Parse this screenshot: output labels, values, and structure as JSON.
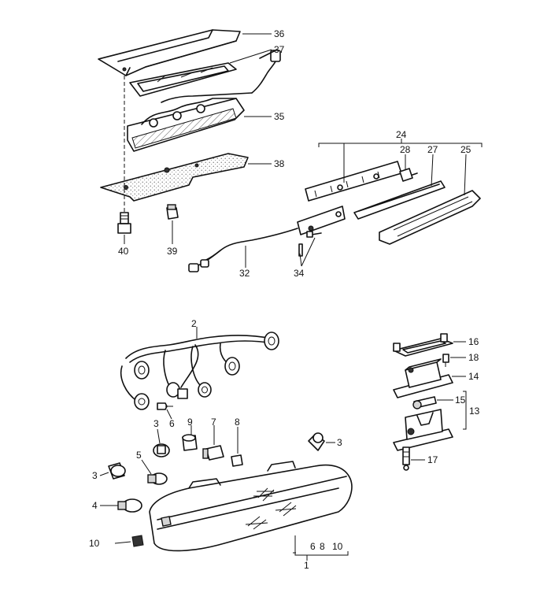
{
  "callouts": {
    "c1": "1",
    "c2": "2",
    "c3a": "3",
    "c3b": "3",
    "c3c": "3",
    "c4": "4",
    "c5": "5",
    "c6a": "6",
    "c7": "7",
    "c8": "8",
    "c9": "9",
    "c10a": "10",
    "c6b": "6",
    "c8b": "8",
    "c10b": "10",
    "c13": "13",
    "c14": "14",
    "c15": "15",
    "c16": "16",
    "c17": "17",
    "c18": "18",
    "c24": "24",
    "c25": "25",
    "c27": "27",
    "c28": "28",
    "c32": "32",
    "c34": "34",
    "c35": "35",
    "c36": "36",
    "c37": "37",
    "c38": "38",
    "c39": "39",
    "c40": "40"
  }
}
